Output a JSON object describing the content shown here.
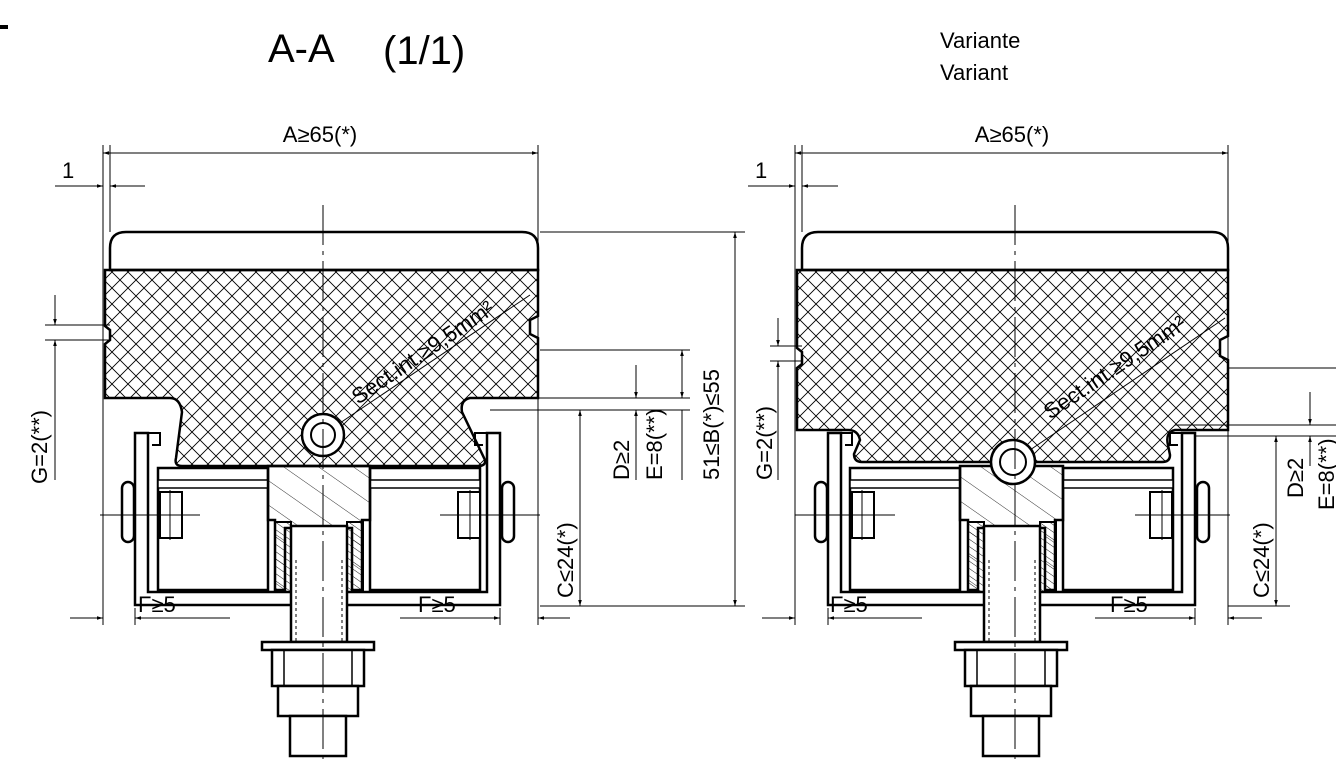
{
  "title": {
    "section": "A-A",
    "scale": "(1/1)"
  },
  "variant_label": {
    "line1": "Variante",
    "line2": "Variant"
  },
  "left_view": {
    "dim_a": "A≥65(*)",
    "dim_1": "1",
    "dim_g": "G=2(**)",
    "dim_c": "C≤24(*)",
    "dim_d": "D≥2",
    "dim_e": "E=8(**)",
    "dim_b": "51≤B(*)≤55",
    "dim_f_left": "F≥5",
    "dim_f_right": "F≥5",
    "section_note": "Sect.int.≥9,5mm²"
  },
  "right_view": {
    "dim_a": "A≥65(*)",
    "dim_1": "1",
    "dim_g": "G=2(**)",
    "dim_c": "C≤24(*)",
    "dim_d": "D≥2",
    "dim_e": "E=8(**)",
    "dim_f_left": "F≥5",
    "dim_f_right": "F≥5",
    "section_note": "Sect.int.≥9,5mm²"
  }
}
